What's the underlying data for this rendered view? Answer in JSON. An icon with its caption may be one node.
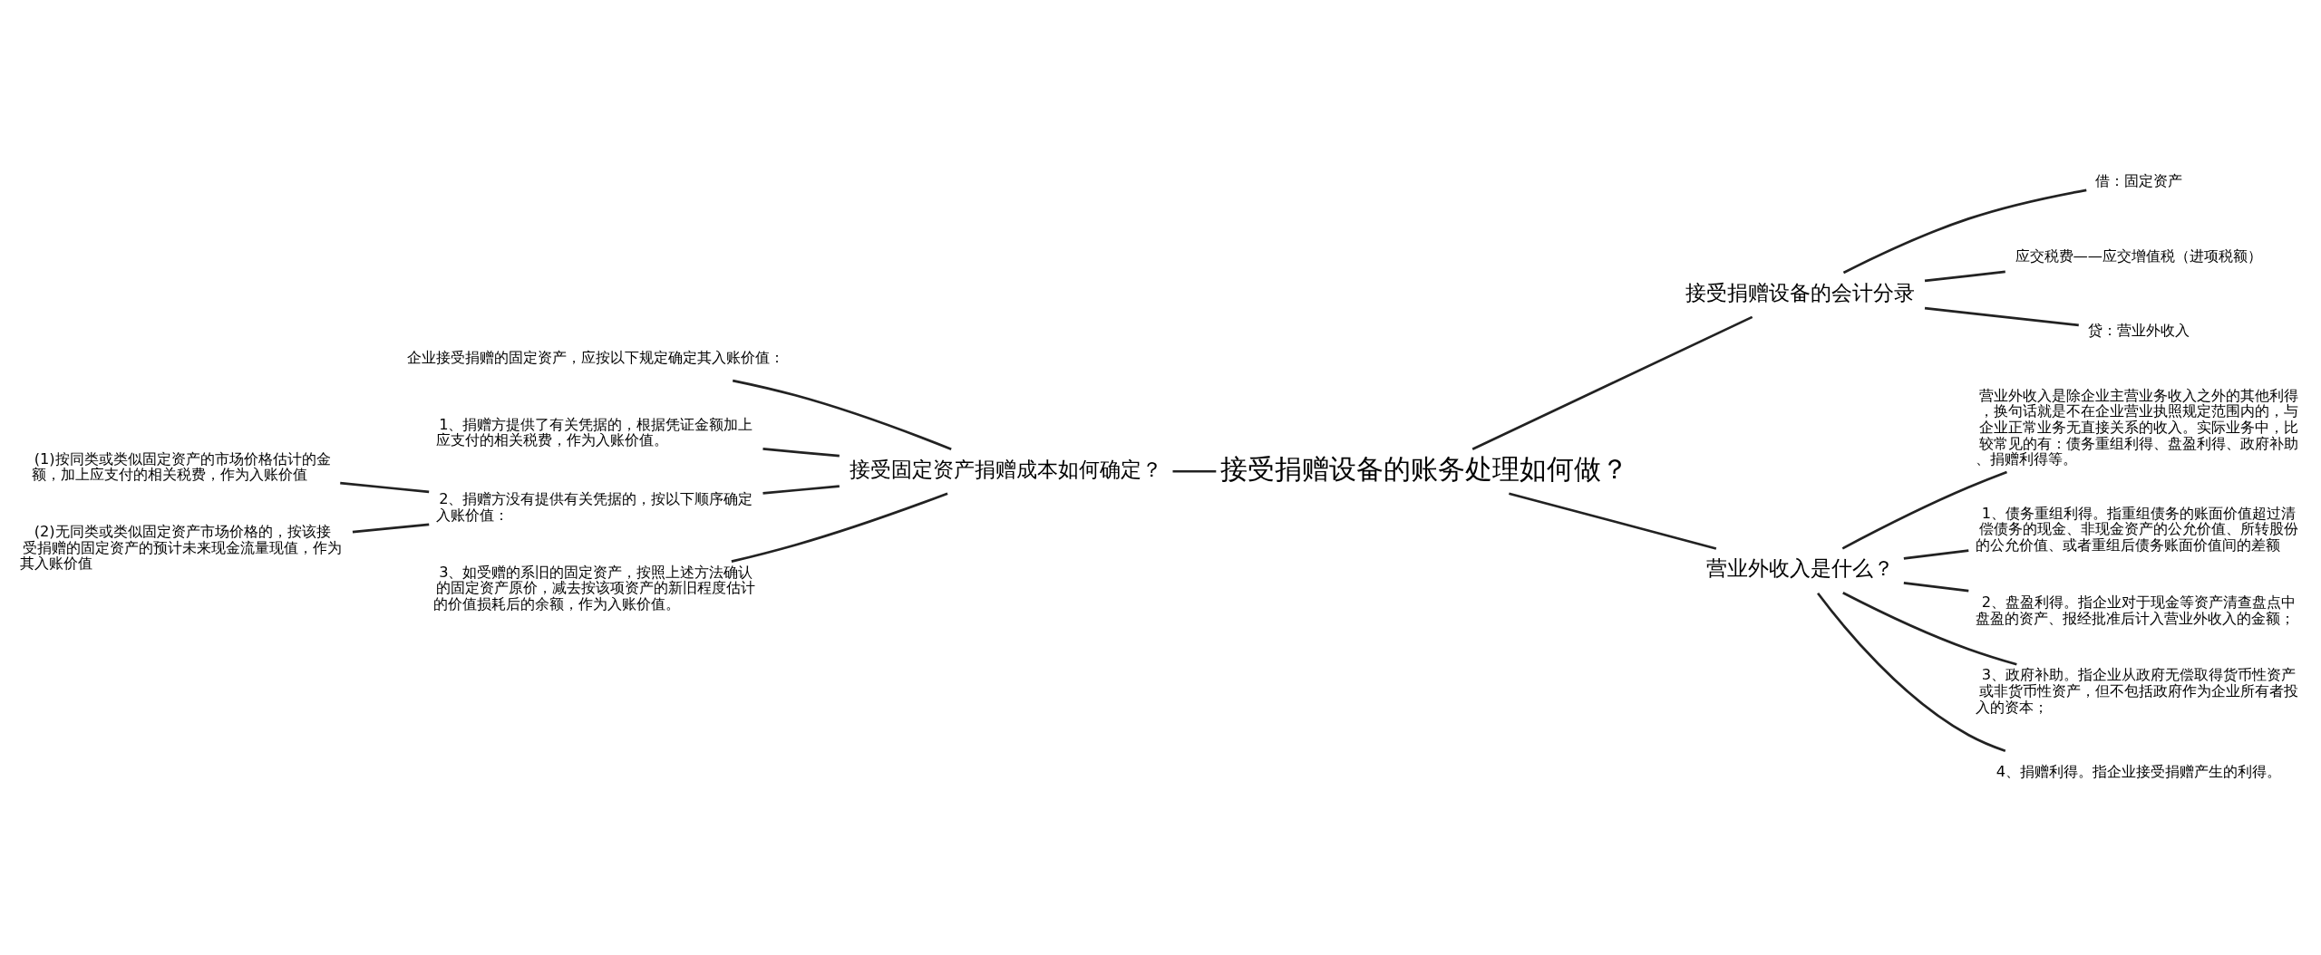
{
  "diagram": {
    "nodes": [
      {
        "text": [
          "接受捐赠设备的账务处理如何做？"
        ]
      },
      {
        "text": [
          "接受固定资产捐赠成本如何确定？"
        ]
      },
      {
        "text": [
          "企业接受捐赠的固定资产，应按以下规定确定其入账价值："
        ]
      },
      {
        "text": [
          "1、捐赠方提供了有关凭据的，根据凭证金额加上应支付的相关税费，作为入账价值。"
        ]
      },
      {
        "text": [
          "2、捐赠方没有提供有关凭据的，按以下顺序确定入账价值："
        ]
      },
      {
        "text": [
          "(1)按同类或类似固定资产的市场价格估计的金额，加上应支付的相关税费，作为入账价值"
        ]
      },
      {
        "text": [
          "(2)无同类或类似固定资产市场价格的，按该接受捐赠的固定资产的预计未来现金流量现值，作为其入账价值"
        ]
      },
      {
        "text": [
          "3、如受赠的系旧的固定资产，按照上述方法确认的固定资产原价，减去按该项资产的新旧程度估计的价值损耗后的余额，作为入账价值。"
        ]
      },
      {
        "text": [
          "接受捐赠设备的会计分录"
        ]
      },
      {
        "text": [
          "借：固定资产"
        ]
      },
      {
        "text": [
          "应交税费——应交增值税（进项税额）"
        ]
      },
      {
        "text": [
          "贷：营业外收入"
        ]
      },
      {
        "text": [
          "营业外收入是什么？"
        ]
      },
      {
        "text": [
          "营业外收入是除企业主营业务收入之外的其他利得，换句话就是不在企业营业执照规定范围内的，与企业正常业务无直接关系的收入。实际业务中，比较常见的有：债务重组利得、盘盈利得、政府补助、捐赠利得等。"
        ]
      },
      {
        "text": [
          "1、债务重组利得。指重组债务的账面价值超过清偿债务的现金、非现金资产的公允价值、所转股份的公允价值、或者重组后债务账面价值间的差额"
        ]
      },
      {
        "text": [
          "2、盘盈利得。指企业对于现金等资产清查盘点中盘盈的资产、报经批准后计入营业外收入的金额；"
        ]
      },
      {
        "text": [
          "3、政府补助。指企业从政府无偿取得货币性资产或非货币性资产，但不包括政府作为企业所有者投入的资本；"
        ]
      },
      {
        "text": [
          "4、捐赠利得。指企业接受捐赠产生的利得。"
        ]
      }
    ],
    "edges": [
      {
        "from": 0,
        "to": 1,
        "arrow": "none"
      },
      {
        "from": 1,
        "to": 2,
        "arrow": "none"
      },
      {
        "from": 1,
        "to": 3,
        "arrow": "none"
      },
      {
        "from": 1,
        "to": 4,
        "arrow": "none"
      },
      {
        "from": 4,
        "to": 5,
        "arrow": "none"
      },
      {
        "from": 4,
        "to": 6,
        "arrow": "none"
      },
      {
        "from": 1,
        "to": 7,
        "arrow": "none"
      },
      {
        "from": 0,
        "to": 8,
        "arrow": "none"
      },
      {
        "from": 8,
        "to": 9,
        "arrow": "none"
      },
      {
        "from": 8,
        "to": 10,
        "arrow": "none"
      },
      {
        "from": 8,
        "to": 11,
        "arrow": "none"
      },
      {
        "from": 0,
        "to": 12,
        "arrow": "none"
      },
      {
        "from": 12,
        "to": 13,
        "arrow": "none"
      },
      {
        "from": 12,
        "to": 14,
        "arrow": "none"
      },
      {
        "from": 12,
        "to": 15,
        "arrow": "none"
      },
      {
        "from": 12,
        "to": 16,
        "arrow": "none"
      },
      {
        "from": 12,
        "to": 17,
        "arrow": "none"
      }
    ]
  }
}
